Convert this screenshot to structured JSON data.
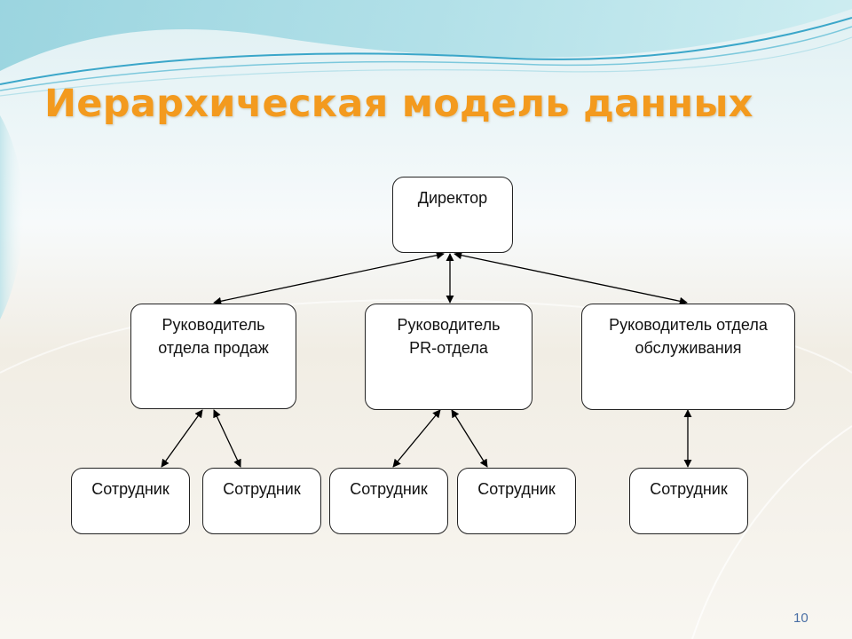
{
  "slide": {
    "title": "Иерархическая модель данных",
    "page_number": "10"
  },
  "diagram": {
    "nodes": [
      {
        "id": "director",
        "label": "Директор"
      },
      {
        "id": "sales-head",
        "label": "Руководитель\nотдела продаж"
      },
      {
        "id": "pr-head",
        "label": "Руководитель\nPR-отдела"
      },
      {
        "id": "service-head",
        "label": "Руководитель отдела\nобслуживания"
      },
      {
        "id": "employee-1",
        "label": "Сотрудник"
      },
      {
        "id": "employee-2",
        "label": "Сотрудник"
      },
      {
        "id": "employee-3",
        "label": "Сотрудник"
      },
      {
        "id": "employee-4",
        "label": "Сотрудник"
      },
      {
        "id": "employee-5",
        "label": "Сотрудник"
      }
    ],
    "edges": [
      {
        "from": "director",
        "to": "sales-head",
        "arrows": "both"
      },
      {
        "from": "director",
        "to": "pr-head",
        "arrows": "both"
      },
      {
        "from": "director",
        "to": "service-head",
        "arrows": "both"
      },
      {
        "from": "sales-head",
        "to": "employee-1",
        "arrows": "both"
      },
      {
        "from": "sales-head",
        "to": "employee-2",
        "arrows": "both"
      },
      {
        "from": "pr-head",
        "to": "employee-3",
        "arrows": "both"
      },
      {
        "from": "pr-head",
        "to": "employee-4",
        "arrows": "both"
      },
      {
        "from": "service-head",
        "to": "employee-5",
        "arrows": "both"
      }
    ]
  }
}
